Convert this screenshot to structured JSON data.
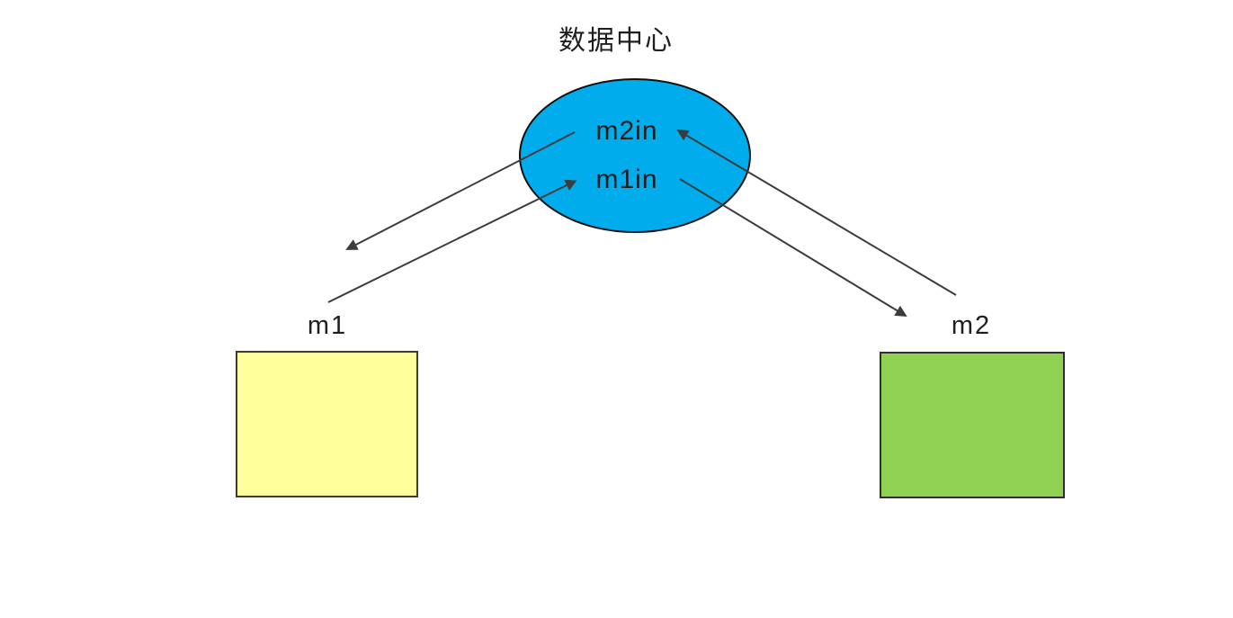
{
  "diagram": {
    "title": "数据中心",
    "colors": {
      "background": "#ffffff",
      "edge": "#3c3c3c",
      "text": "#1f1f1f"
    },
    "center_node": {
      "shape": "ellipse",
      "fill": "#00acec",
      "stroke": "#111111",
      "labels": [
        "m2in",
        "m1in"
      ]
    },
    "nodes": [
      {
        "id": "m1",
        "label": "m1",
        "shape": "rect",
        "fill": "#ffff9c",
        "stroke": "#3a3a3a"
      },
      {
        "id": "m2",
        "label": "m2",
        "shape": "rect",
        "fill": "#8fd150",
        "stroke": "#2f2f2f"
      }
    ],
    "edges": [
      {
        "from": "m2",
        "to": "m2in",
        "arrow": "end"
      },
      {
        "from": "m2in",
        "to": "m1",
        "arrow": "end"
      },
      {
        "from": "m1",
        "to": "m1in",
        "arrow": "end"
      },
      {
        "from": "m1in",
        "to": "m2",
        "arrow": "end"
      }
    ]
  }
}
